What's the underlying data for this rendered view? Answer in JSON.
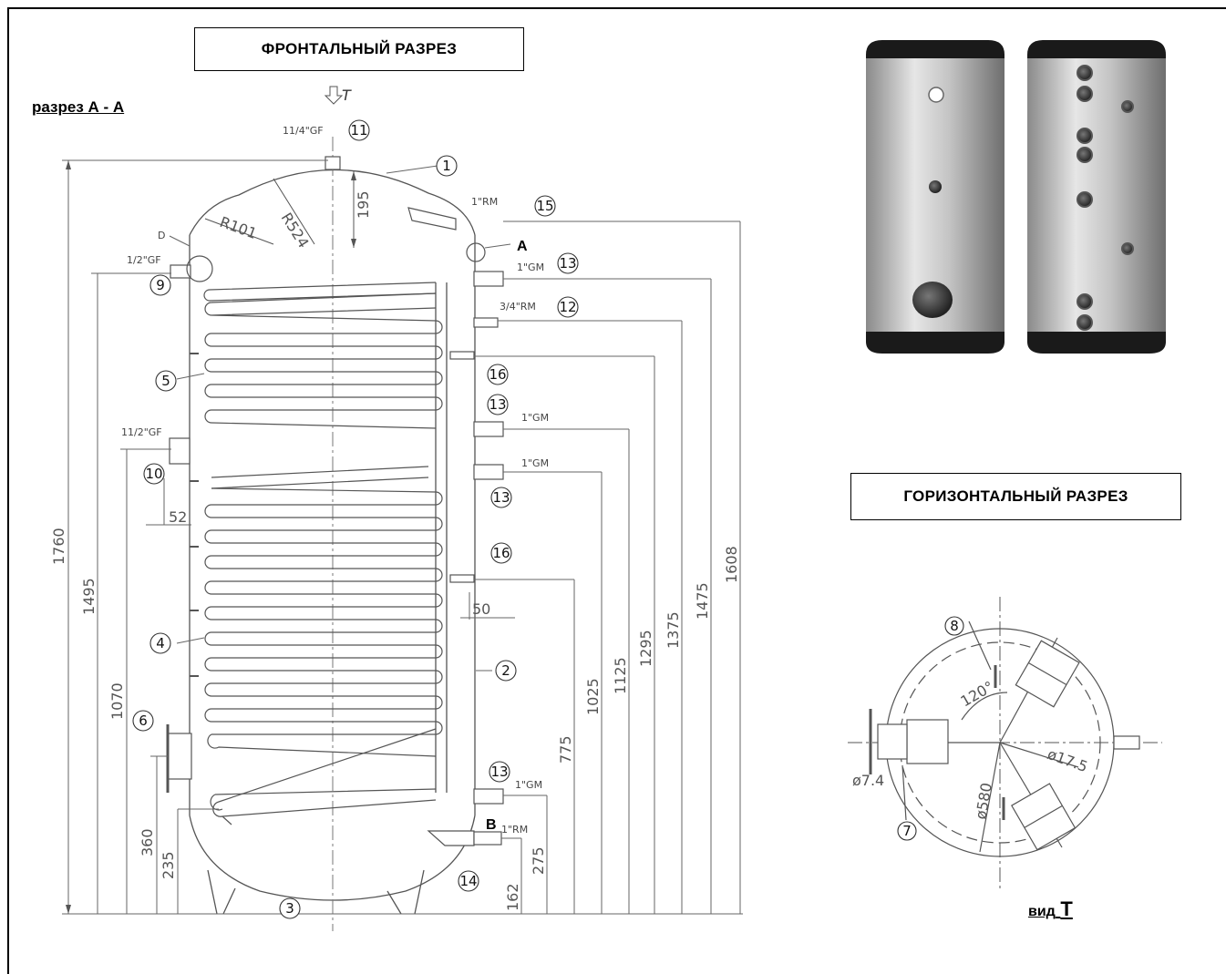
{
  "titles": {
    "front_section": "ФРОНТАЛЬНЫЙ РАЗРЕЗ",
    "section_aa": "разрез А - А",
    "horizontal_section": "ГОРИЗОНТАЛЬНЫЙ РАЗРЕЗ",
    "view_t_prefix": "вид",
    "view_t_letter": "T"
  },
  "front": {
    "view_arrow": "T",
    "connections": {
      "c11": "11/4\"GF",
      "c15": "1\"RM",
      "c9": "1/2\"GF",
      "c13a": "1\"GM",
      "c12": "3/4\"RM",
      "c13b": "1\"GM",
      "c10": "11/2\"GF",
      "c13c": "1\"GM",
      "c13d": "1\"GM",
      "c14": "1\"RM"
    },
    "letters": {
      "d": "D",
      "a": "A",
      "b": "B"
    },
    "radii": {
      "r101": "R101",
      "r524": "R524"
    },
    "dims": {
      "d195": "195",
      "d1760": "1760",
      "d1495": "1495",
      "d1070": "1070",
      "d360": "360",
      "d235": "235",
      "d52": "52",
      "d50": "50",
      "d162": "162",
      "d275": "275",
      "d775": "775",
      "d1025": "1025",
      "d1125": "1125",
      "d1295": "1295",
      "d1375": "1375",
      "d1475": "1475",
      "d1608": "1608"
    },
    "callouts": {
      "n1": "1",
      "n2": "2",
      "n3": "3",
      "n4": "4",
      "n5": "5",
      "n6": "6",
      "n9": "9",
      "n10": "10",
      "n11": "11",
      "n12": "12",
      "n13a": "13",
      "n13b": "13",
      "n13c": "13",
      "n13d": "13",
      "n14": "14",
      "n15": "15",
      "n16a": "16",
      "n16b": "16"
    }
  },
  "top_view": {
    "angle": "120°",
    "dia_outer": "ø580",
    "dia_inner": "ø17.5",
    "dia_small": "ø7.4",
    "callouts": {
      "n7": "7",
      "n8": "8"
    }
  },
  "colors": {
    "line": "#555555",
    "tank_cap": "#1a1a1a",
    "tank_body": "#b8b8b8"
  }
}
